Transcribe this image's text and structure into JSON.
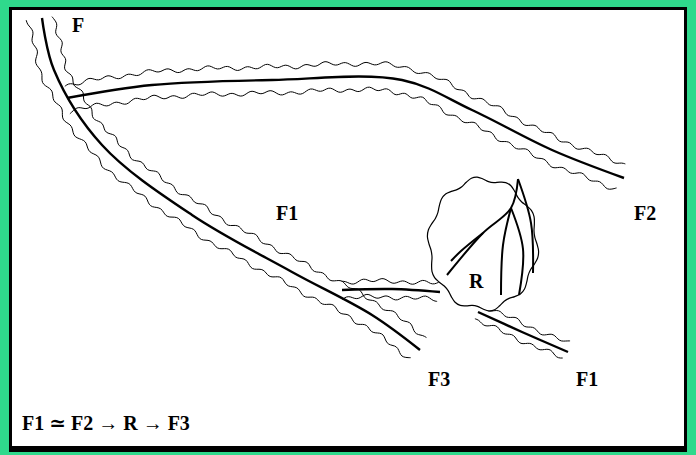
{
  "diagram": {
    "nodes": [
      {
        "text": [
          "R"
        ]
      }
    ],
    "labels": [
      "F",
      "F1",
      "F2",
      "F3",
      "F1",
      "F1 ≃ F2 → R → F3"
    ]
  }
}
